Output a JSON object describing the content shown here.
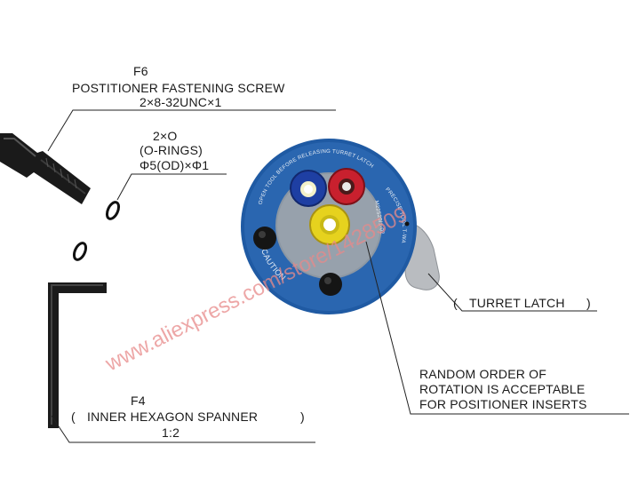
{
  "f6": {
    "code": "F6",
    "name": "POSTITIONER FASTENING SCREW",
    "spec": "2×8-32UNC×1"
  },
  "orings": {
    "qty": "2×O",
    "name": "(O-RINGS)",
    "spec": "Φ5(OD)×Φ1"
  },
  "turret_latch": {
    "label": "TURRET LATCH"
  },
  "note": {
    "line1": "RANDOM ORDER OF",
    "line2": "ROTATION IS ACCEPTABLE",
    "line3": "FOR POSITIONER INSERTS"
  },
  "f4": {
    "code": "F4",
    "name": "INNER HEXAGON SPANNER",
    "scale": "1:2"
  },
  "turret": {
    "ring_text": "OPEN TOOL BEFORE RELEASING TURRET LATCH",
    "caution": "CAUTION",
    "side_text": "PRECISE TOOL T-WA",
    "model_text": "M22520/1-02",
    "colors": {
      "body": "#2a66b0",
      "center": "#8c97a3",
      "blue_insert": "#1e3fa3",
      "red_insert": "#c8202e",
      "yellow_insert": "#e6d21e"
    }
  },
  "watermark": "www.aliexpress.com/store/1428509"
}
